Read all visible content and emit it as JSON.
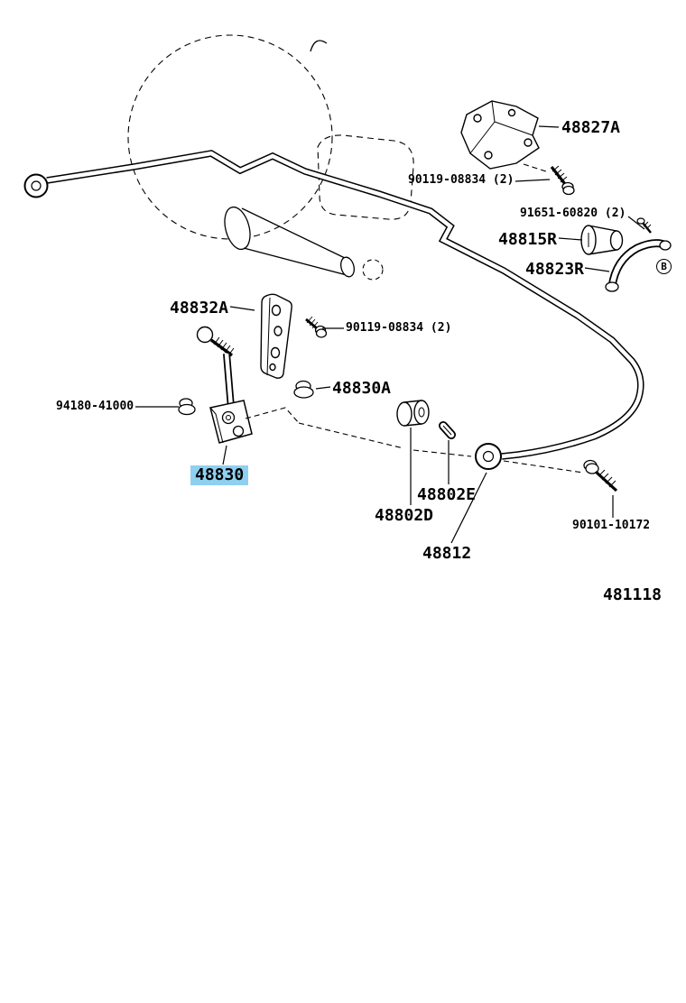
{
  "figure": {
    "number": "481118"
  },
  "colors": {
    "highlight": "#8FD0F1",
    "line": "#000000",
    "background": "#FFFFFF"
  },
  "labels": {
    "l48827A": "48827A",
    "l90119_top": "90119-08834 (2)",
    "l91651": "91651-60820 (2)",
    "l48815R": "48815R",
    "l48823R": "48823R",
    "l48832A": "48832A",
    "l90119_mid": "90119-08834 (2)",
    "l48830A": "48830A",
    "l94180": "94180-41000",
    "l48830": "48830",
    "l48802E": "48802E",
    "l48802D": "48802D",
    "l48812": "48812",
    "l90101": "90101-10172",
    "fastener_mark": "B"
  }
}
